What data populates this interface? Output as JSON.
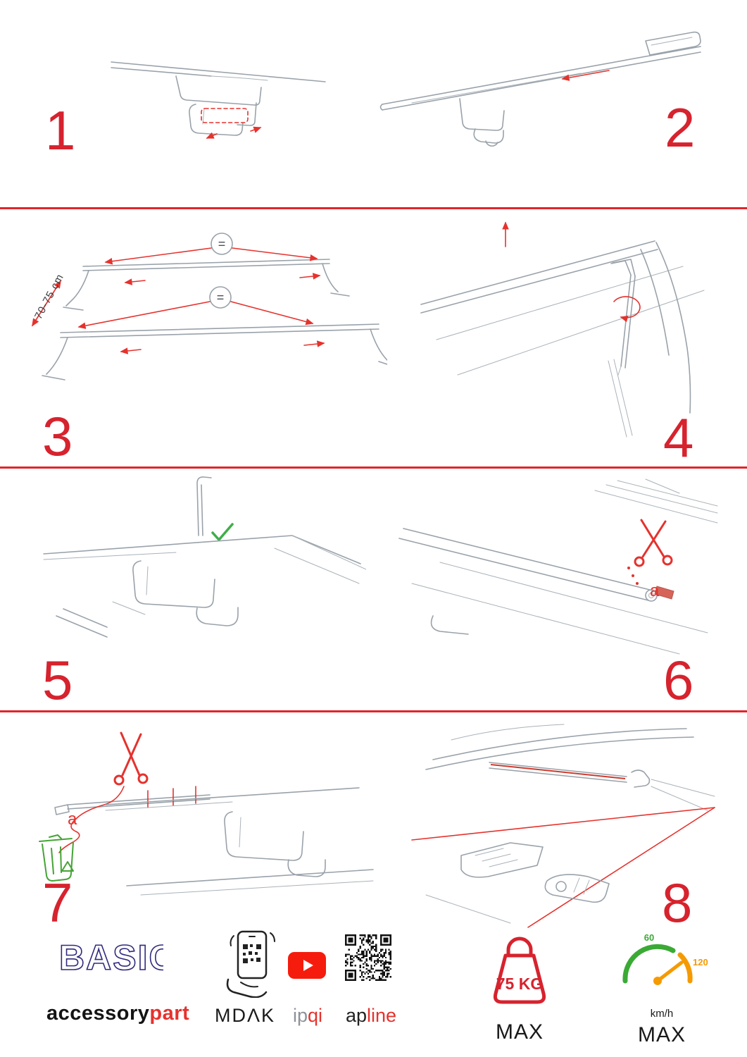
{
  "page": {
    "accent_red": "#d6232e",
    "line_gray": "#99a2aa"
  },
  "steps": [
    {
      "number": "1"
    },
    {
      "number": "2"
    },
    {
      "number": "3",
      "equals": "=",
      "dimension_label": "70-75 cm"
    },
    {
      "number": "4"
    },
    {
      "number": "5"
    },
    {
      "number": "6",
      "part_label": "a"
    },
    {
      "number": "7",
      "part_label": "a"
    },
    {
      "number": "8"
    }
  ],
  "icons": {
    "scan_phone": "qr-scan-phone-icon",
    "youtube": "youtube-play-icon",
    "qr_code": "qr-code",
    "weight": "weight-limit-icon",
    "speedometer": "speed-limit-gauge-icon",
    "scissors": "scissors-icon",
    "trash_recycle": "trash-recycle-icon",
    "checkmark": "checkmark-icon"
  },
  "footer": {
    "brand": {
      "name": "BASIC",
      "sub_black": "accessory",
      "sub_red": "part"
    },
    "scan": {
      "label": "MDΛK"
    },
    "video": {
      "label_gray": "ip",
      "label_red": "qi"
    },
    "qr": {
      "label_black": "ap",
      "label_red": "line"
    },
    "weight": {
      "value": "75 KG",
      "max": "MAX"
    },
    "speed": {
      "low": "60",
      "high": "120",
      "unit": "km/h",
      "max": "MAX"
    }
  }
}
